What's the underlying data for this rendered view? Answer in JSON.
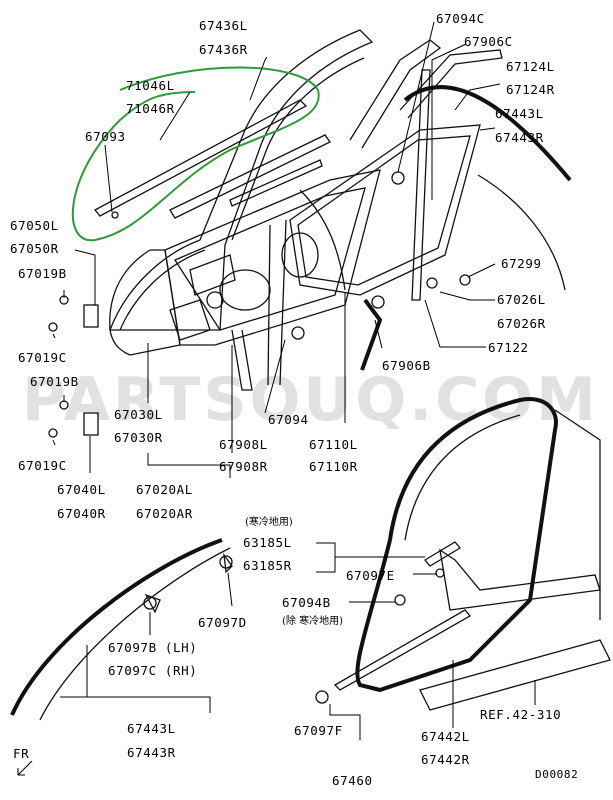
{
  "watermark": "PARTSOUQ.COM",
  "diagram_code": "D00082",
  "front_label": "FR",
  "reference": "REF.42-310",
  "annotations": {
    "cold_region": "(寒冷地用)",
    "except_cold_region": "(除 寒冷地用)"
  },
  "parts": [
    {
      "id": "p1",
      "top": "67436L",
      "bottom": "67436R"
    },
    {
      "id": "p2",
      "top": "71046L",
      "bottom": "71046R"
    },
    {
      "id": "p3",
      "top": "67093"
    },
    {
      "id": "p4",
      "top": "67050L",
      "bottom": "67050R"
    },
    {
      "id": "p5",
      "top": "67019B"
    },
    {
      "id": "p6",
      "top": "67019C"
    },
    {
      "id": "p7",
      "top": "67019B"
    },
    {
      "id": "p8",
      "top": "67019C"
    },
    {
      "id": "p9",
      "top": "67040L",
      "bottom": "67040R"
    },
    {
      "id": "p10",
      "top": "67030L",
      "bottom": "67030R"
    },
    {
      "id": "p11",
      "top": "67020AL",
      "bottom": "67020AR"
    },
    {
      "id": "p12",
      "top": "67094"
    },
    {
      "id": "p13",
      "top": "67908L",
      "bottom": "67908R"
    },
    {
      "id": "p14",
      "top": "67110L",
      "bottom": "67110R"
    },
    {
      "id": "p15",
      "top": "67094C"
    },
    {
      "id": "p16",
      "top": "67906C"
    },
    {
      "id": "p17",
      "top": "67124L",
      "bottom": "67124R"
    },
    {
      "id": "p18",
      "top": "67443L",
      "bottom": "67443R"
    },
    {
      "id": "p19",
      "top": "67299"
    },
    {
      "id": "p20",
      "top": "67026L",
      "bottom": "67026R"
    },
    {
      "id": "p21",
      "top": "67122"
    },
    {
      "id": "p22",
      "top": "67906B"
    },
    {
      "id": "p23",
      "top": "63185L",
      "bottom": "63185R"
    },
    {
      "id": "p24",
      "top": "67097E"
    },
    {
      "id": "p25",
      "top": "67097D"
    },
    {
      "id": "p26",
      "top": "67094B"
    },
    {
      "id": "p27",
      "top": "67097B (LH)",
      "bottom": "67097C (RH)"
    },
    {
      "id": "p28",
      "top": "67443L",
      "bottom": "67443R"
    },
    {
      "id": "p29",
      "top": "67097F"
    },
    {
      "id": "p30",
      "top": "67442L",
      "bottom": "67442R"
    },
    {
      "id": "p31",
      "top": "67460"
    }
  ]
}
